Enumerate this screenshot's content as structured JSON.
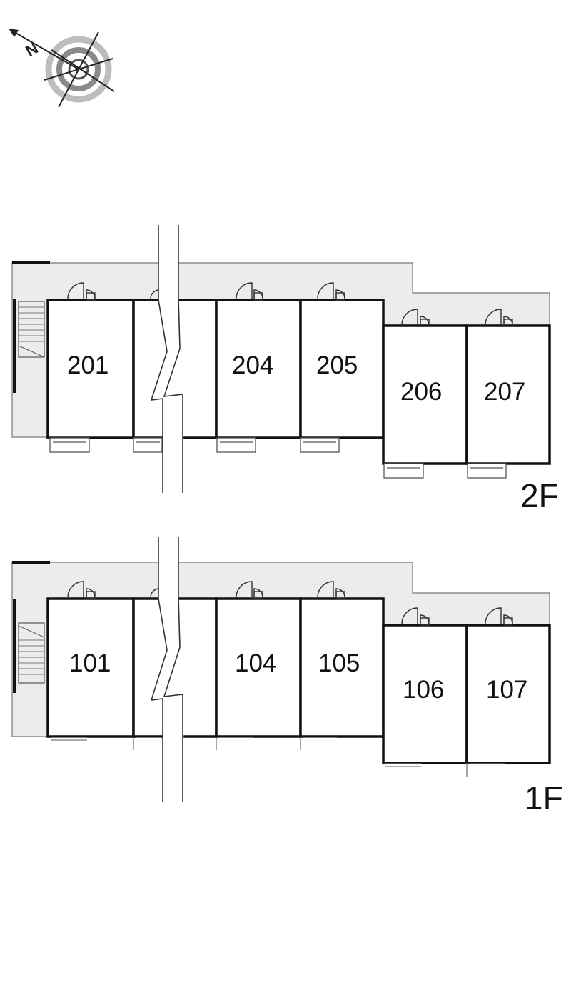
{
  "compass": {
    "north_label": "N",
    "icon": "compass-rose-icon"
  },
  "floors": [
    {
      "label": "2F",
      "units": [
        "201",
        "204",
        "205",
        "206",
        "207"
      ]
    },
    {
      "label": "1F",
      "units": [
        "101",
        "104",
        "105",
        "106",
        "107"
      ]
    }
  ],
  "colors": {
    "corridor": "#ececec",
    "wall": "#111111",
    "line": "#666666"
  }
}
